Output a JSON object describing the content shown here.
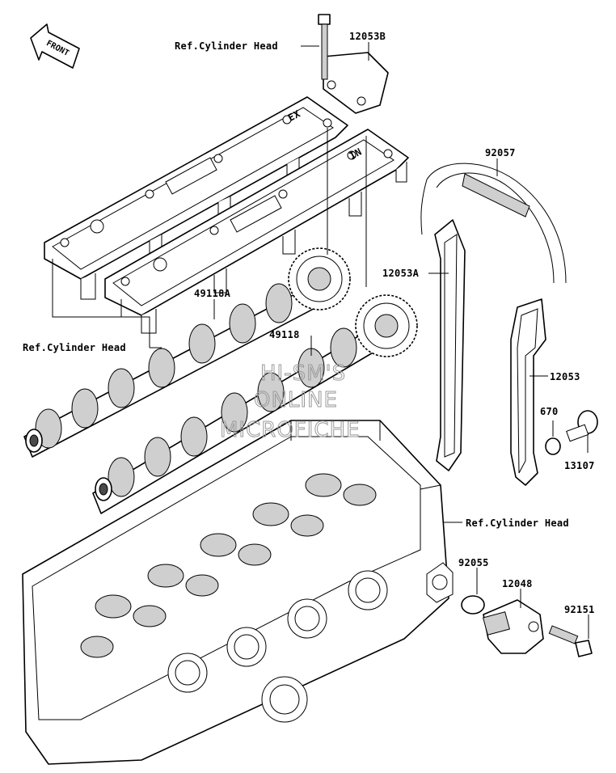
{
  "front_marker": "FRONT",
  "callouts": {
    "ref_head_top": "Ref.Cylinder Head",
    "p12053B": "12053B",
    "p92057": "92057",
    "p12053A": "12053A",
    "p49118A": "49118A",
    "p49118": "49118",
    "ref_head_left": "Ref.Cylinder Head",
    "p12053": "12053",
    "p670": "670",
    "p13107": "13107",
    "ref_head_right": "Ref.Cylinder Head",
    "p92055": "92055",
    "p12048": "12048",
    "p92151": "92151"
  },
  "cap_markings": {
    "exhaust": "EX",
    "intake": "IN"
  },
  "watermark": [
    "HI-SM'S",
    "ONLINE",
    "MICROFICHE"
  ]
}
